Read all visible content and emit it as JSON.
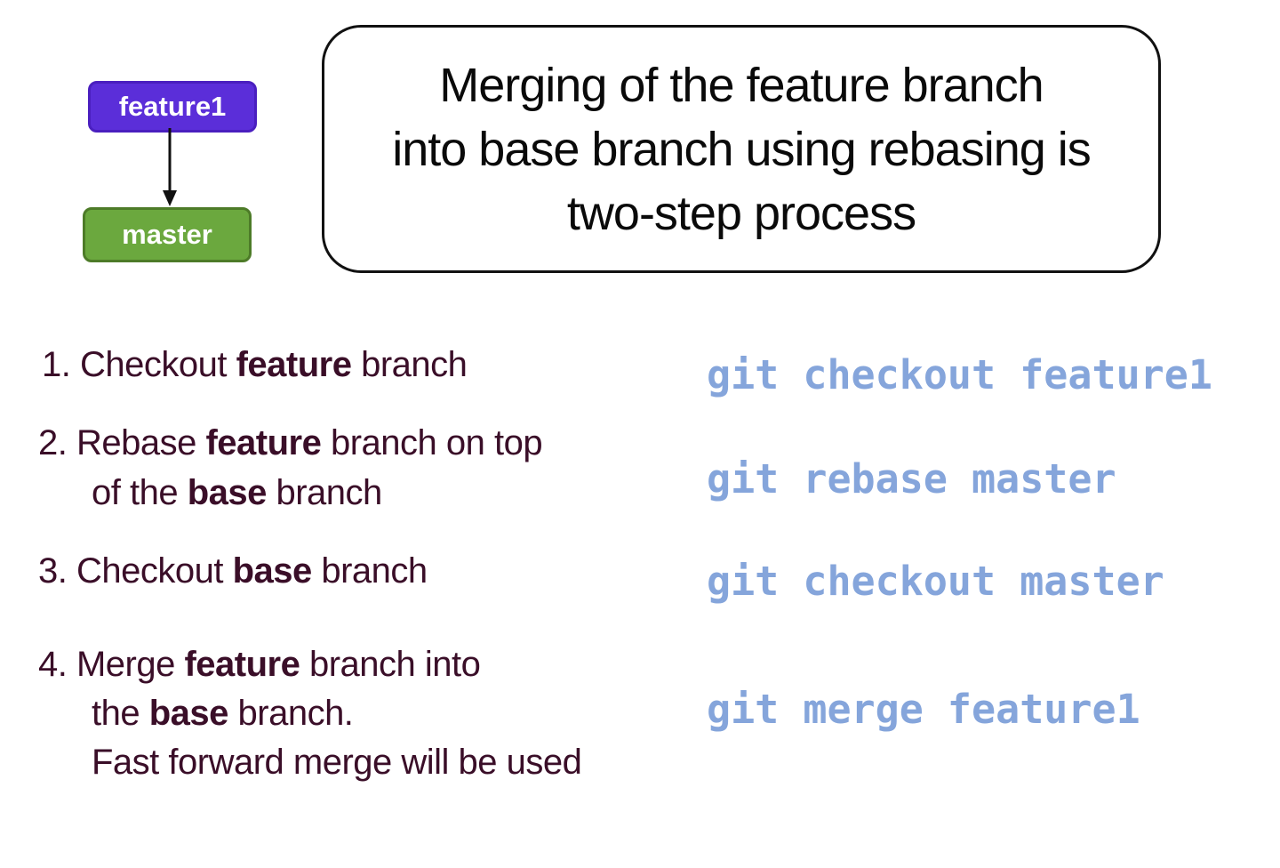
{
  "colors": {
    "feature_box_bg": "#5b2ed9",
    "feature_box_border": "#4a1fbf",
    "master_box_bg": "#6ba83e",
    "master_box_border": "#4d7b28",
    "step_text": "#3a0e28",
    "command_text": "#85a5db",
    "title_text": "#0a0a0a"
  },
  "branch_diagram": {
    "feature_label": "feature1",
    "master_label": "master"
  },
  "title_box": {
    "lines": [
      "Merging of the feature branch",
      "into base branch using rebasing is",
      "two-step process"
    ]
  },
  "steps": [
    {
      "lines": [
        {
          "segments": [
            {
              "text": "1. Checkout ",
              "bold": false
            },
            {
              "text": "feature",
              "bold": true
            },
            {
              "text": " branch",
              "bold": false
            }
          ]
        }
      ]
    },
    {
      "lines": [
        {
          "segments": [
            {
              "text": "2. Rebase ",
              "bold": false
            },
            {
              "text": "feature",
              "bold": true
            },
            {
              "text": " branch on top",
              "bold": false
            }
          ]
        },
        {
          "segments": [
            {
              "text": "of the ",
              "bold": false
            },
            {
              "text": "base",
              "bold": true
            },
            {
              "text": " branch",
              "bold": false
            }
          ]
        }
      ]
    },
    {
      "lines": [
        {
          "segments": [
            {
              "text": "3. Checkout ",
              "bold": false
            },
            {
              "text": "base",
              "bold": true
            },
            {
              "text": " branch",
              "bold": false
            }
          ]
        }
      ]
    },
    {
      "lines": [
        {
          "segments": [
            {
              "text": "4. Merge ",
              "bold": false
            },
            {
              "text": "feature",
              "bold": true
            },
            {
              "text": " branch into",
              "bold": false
            }
          ]
        },
        {
          "segments": [
            {
              "text": "the ",
              "bold": false
            },
            {
              "text": "base",
              "bold": true
            },
            {
              "text": " branch.",
              "bold": false
            }
          ]
        },
        {
          "segments": [
            {
              "text": "Fast forward merge will be used",
              "bold": false
            }
          ]
        }
      ]
    }
  ],
  "commands": [
    "git checkout feature1",
    "git rebase master",
    "git checkout master",
    "git merge feature1"
  ]
}
